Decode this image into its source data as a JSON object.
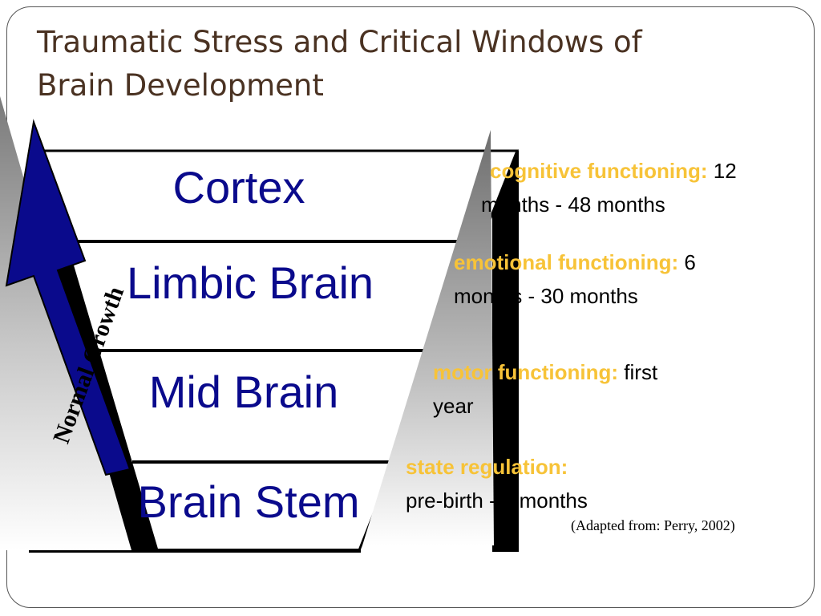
{
  "slide": {
    "title_line1": "Traumatic Stress and Critical Windows of",
    "title_line2": "Brain Development"
  },
  "diagram": {
    "layers": [
      "Cortex",
      "Limbic Brain",
      "Mid Brain",
      "Brain Stem"
    ],
    "arrow_label": "Normal Growth",
    "layer_text_color": "#0a0a8c",
    "arrow_color": "#0a0a8c"
  },
  "windows": [
    {
      "key": "cognitive functioning:",
      "rest_line1": " 12",
      "rest_line2": "months - 48 months"
    },
    {
      "key": "emotional functioning:",
      "rest_line1": " 6",
      "rest_line2": "months - 30 months"
    },
    {
      "key": "motor functioning:",
      "rest_line1": " first",
      "rest_line2": "year"
    },
    {
      "key": "state regulation:",
      "rest_line1": "",
      "rest_line2": "pre-birth - 8 months"
    }
  ],
  "citation": "(Adapted from: Perry, 2002)",
  "colors": {
    "key_text": "#f7c338",
    "title": "#4a3222"
  }
}
